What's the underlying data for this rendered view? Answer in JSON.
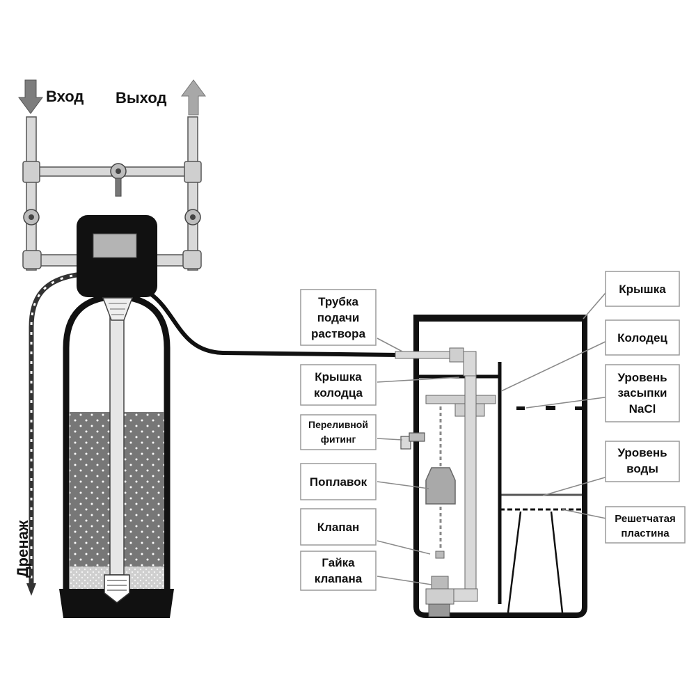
{
  "labels": {
    "inlet": "Вход",
    "outlet": "Выход",
    "drain": "Дренаж",
    "brine_tube": [
      "Трубка",
      "подачи",
      "раствора"
    ],
    "well_cap": [
      "Крышка",
      "колодца"
    ],
    "overflow_fitting": [
      "Переливной",
      "фитинг"
    ],
    "float": "Поплавок",
    "valve": "Клапан",
    "valve_nut": [
      "Гайка",
      "клапана"
    ],
    "lid": "Крышка",
    "well": "Колодец",
    "salt_level": [
      "Уровень",
      "засыпки",
      "NaCl"
    ],
    "water_level": [
      "Уровень",
      "воды"
    ],
    "grid_plate": [
      "Решетчатая",
      "пластина"
    ]
  },
  "icons": {
    "inlet_arrow": "arrow-down-icon",
    "outlet_arrow": "arrow-up-icon",
    "drain_arrow": "arrow-down-icon"
  },
  "colors": {
    "pipe_fill": "#d9d9d9",
    "dark": "#111111",
    "media": "#777777",
    "gravel": "#c8c8c8",
    "label_border": "#9a9a9a"
  }
}
